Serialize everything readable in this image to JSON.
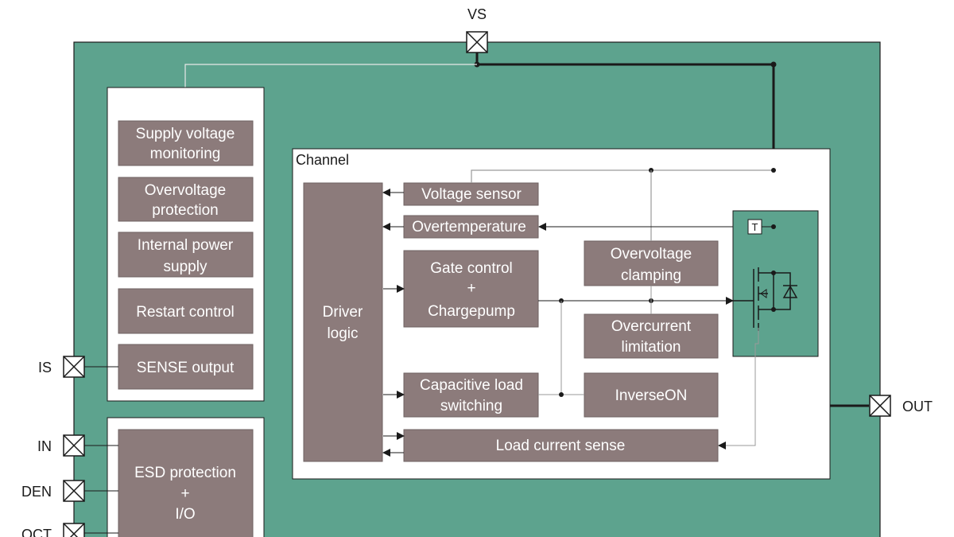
{
  "colors": {
    "chip": "#5da38e",
    "block": "#8c7b7b",
    "panel": "#ffffff",
    "line": "#1a1a1a"
  },
  "pins": {
    "vs": "VS",
    "is": "IS",
    "in": "IN",
    "den": "DEN",
    "oct": "OCT",
    "out": "OUT"
  },
  "left_panel": {
    "supply_voltage_monitoring": [
      "Supply voltage",
      "monitoring"
    ],
    "overvoltage_protection": [
      "Overvoltage",
      "protection"
    ],
    "internal_power_supply": [
      "Internal power",
      "supply"
    ],
    "restart_control": "Restart control",
    "sense_output": "SENSE output",
    "esd_protection": [
      "ESD protection",
      "+",
      "I/O"
    ]
  },
  "channel": {
    "title": "Channel",
    "driver_logic": [
      "Driver",
      "logic"
    ],
    "voltage_sensor": "Voltage sensor",
    "overtemperature": "Overtemperature",
    "gate_control": [
      "Gate control",
      "+",
      "Chargepump"
    ],
    "overvoltage_clamping": [
      "Overvoltage",
      "clamping"
    ],
    "overcurrent_limitation": [
      "Overcurrent",
      "limitation"
    ],
    "capacitive_load_switching": [
      "Capacitive load",
      "switching"
    ],
    "inverse_on": "InverseON",
    "load_current_sense": "Load current sense",
    "temp_sensor": "T"
  }
}
